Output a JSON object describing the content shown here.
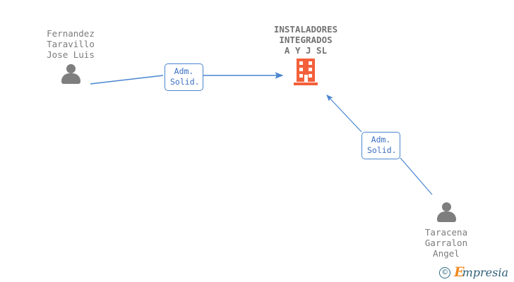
{
  "diagram": {
    "type": "org-relationship-graph",
    "background": "#ffffff",
    "colors": {
      "person": "#7e7e7e",
      "company": "#f4603a",
      "edge": "#4a86d0",
      "edge_label_text": "#3a6fc0",
      "node_text": "#7b7b7b"
    },
    "company": {
      "name": "INSTALADORES\nINTEGRADOS\nA Y J  SL",
      "icon": "building-icon"
    },
    "persons": [
      {
        "id": "person-left",
        "name": "Fernandez\nTaravillo\nJose Luis",
        "icon": "person-icon"
      },
      {
        "id": "person-right",
        "name": "Taracena\nGarralon\nAngel",
        "icon": "person-icon"
      }
    ],
    "edges": [
      {
        "id": "edge-left",
        "from": "person-left",
        "to": "company",
        "label": "Adm.\nSolid."
      },
      {
        "id": "edge-right",
        "from": "person-right",
        "to": "company",
        "label": "Adm.\nSolid."
      }
    ]
  },
  "watermark": {
    "copyright": "©",
    "brand_initial": "E",
    "brand_rest": "mpresia"
  }
}
